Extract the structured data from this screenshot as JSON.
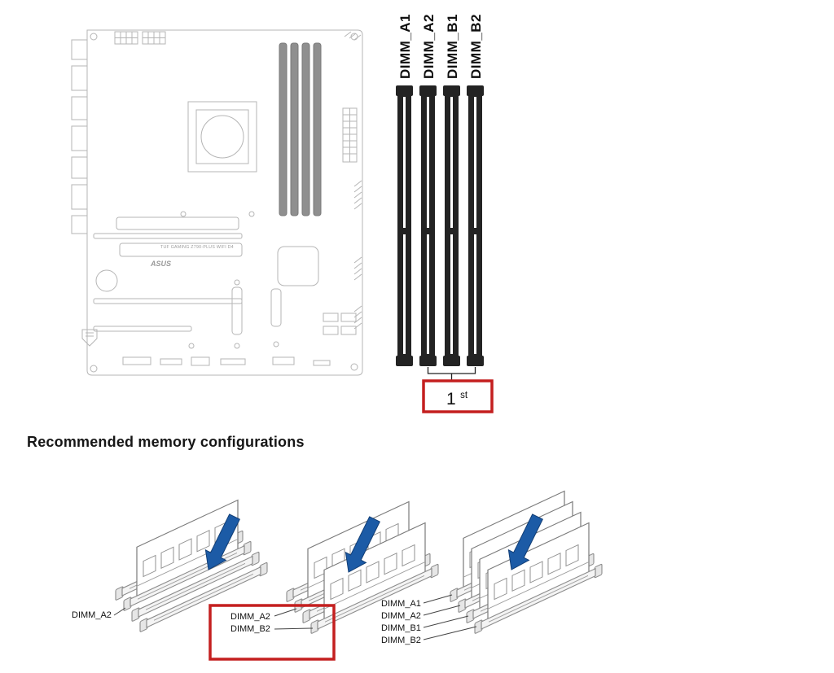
{
  "board_figure": {
    "brand": "ASUS",
    "model": "TUF GAMING Z790-PLUS WIFI D4"
  },
  "slot_figure": {
    "slot_labels": [
      "DIMM_A1",
      "DIMM_A2",
      "DIMM_B1",
      "DIMM_B2"
    ],
    "first_callout": {
      "number": "1",
      "ordinal_suffix": "st"
    }
  },
  "section": {
    "heading": "Recommended memory configurations"
  },
  "configs": [
    {
      "name": "single-dimm",
      "labels": [
        "DIMM_A2"
      ],
      "highlighted": false
    },
    {
      "name": "dual-dimm",
      "labels": [
        "DIMM_A2",
        "DIMM_B2"
      ],
      "highlighted": true
    },
    {
      "name": "quad-dimm",
      "labels": [
        "DIMM_A1",
        "DIMM_A2",
        "DIMM_B1",
        "DIMM_B2"
      ],
      "highlighted": false
    }
  ],
  "colors": {
    "highlight_red": "#c41f1f",
    "arrow_blue": "#1c5ba6"
  },
  "icons": {
    "insert_arrow": "insert-direction-arrow"
  }
}
